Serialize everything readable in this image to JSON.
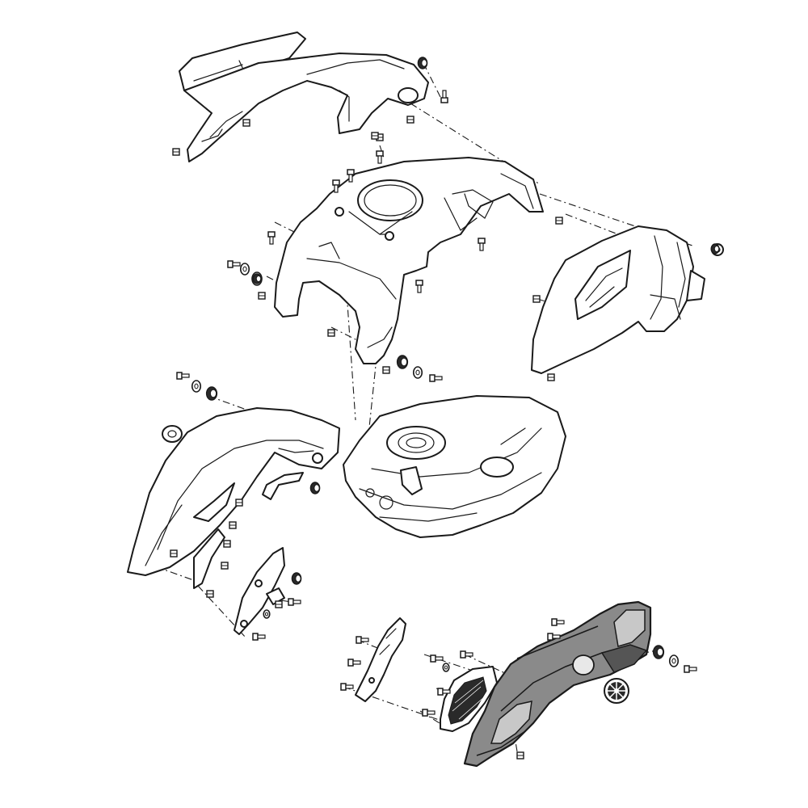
{
  "diagram": {
    "highlight_colors": {
      "primary": "#8a8a8a",
      "dark": "#555555",
      "light": "#c8c8c8",
      "line": "#1a1a1a",
      "background": "#ffffff"
    },
    "parts": [
      "top-rear-cover",
      "upper-center-cowl",
      "right-side-shroud",
      "left-side-shroud",
      "fuel-tank",
      "lower-left-bracket",
      "small-bracket",
      "intake-grille-panel",
      "highlighted-lower-side-cover"
    ]
  }
}
